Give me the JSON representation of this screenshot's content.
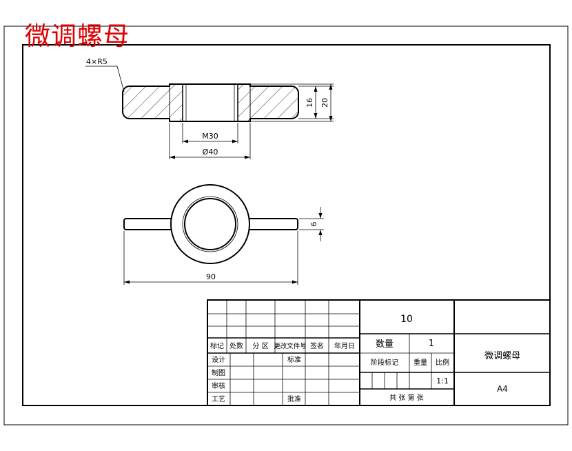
{
  "stamp_title": "微调螺母",
  "dimensions": {
    "radius_note": "4×R5",
    "thread": "M30",
    "outer_diameter": "Ø40",
    "height_16": "16",
    "height_20": "20",
    "thickness": "6",
    "length": "90"
  },
  "title_block": {
    "quantity_value": "10",
    "quantity_label": "数量",
    "quantity_count": "1",
    "part_name": "微调螺母",
    "change_headers": [
      "标记",
      "处数",
      "分 区",
      "更改文件号",
      "签名",
      "年月日"
    ],
    "design": "设计",
    "standard": "标准",
    "drawn": "制图",
    "review": "审核",
    "process": "工艺",
    "approve": "批准",
    "stage_mark": "阶段标记",
    "weight": "重量",
    "scale_label": "比例",
    "scale_value": "1:1",
    "sheet_size": "A4",
    "sheets": "共 张 第 张"
  }
}
